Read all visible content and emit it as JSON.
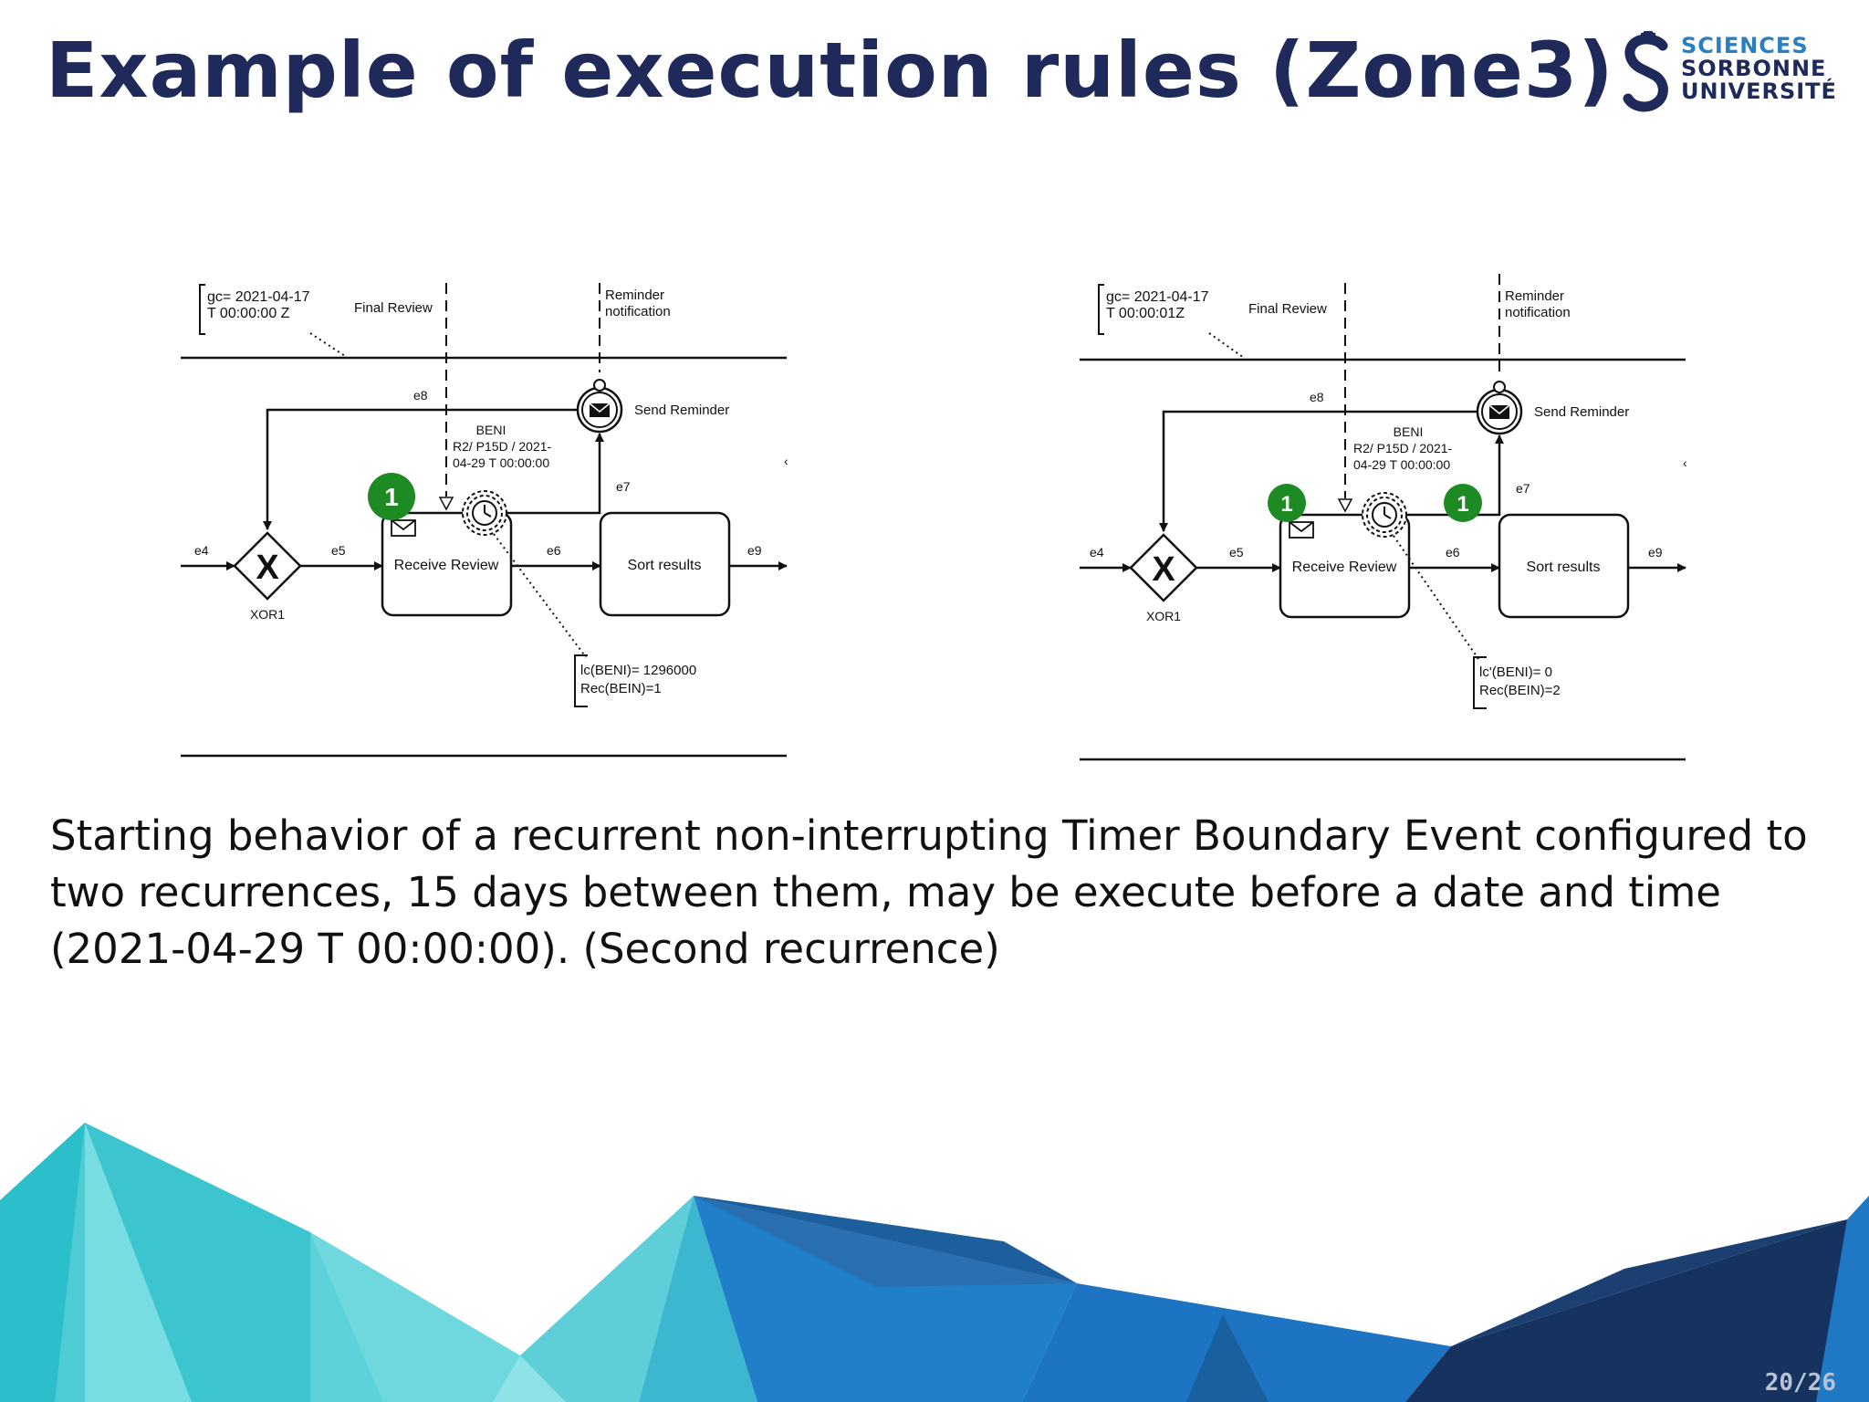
{
  "slide": {
    "title": "Example of execution rules (Zone3)",
    "description": "Starting behavior of a recurrent non-interrupting Timer Boundary Event configured to two recurrences, 15 days between them, may be execute before a date and time (2021-04-29 T 00:00:00). (Second recurrence)",
    "page_number": "20/26"
  },
  "logo": {
    "line1": "SCIENCES",
    "line2": "SORBONNE",
    "line3": "UNIVERSITÉ",
    "color_primary": "#1f2a5a",
    "color_accent": "#2a7fc1"
  },
  "diagrams": {
    "left": {
      "gc_line1": "gc= 2021-04-17",
      "gc_line2": "T 00:00:00 Z",
      "final_review": "Final Review",
      "reminder_line1": "Reminder",
      "reminder_line2": "notification",
      "send_reminder": "Send Reminder",
      "timer_line1": "BENI",
      "timer_line2": "R2/ P15D / 2021-",
      "timer_line3": "04-29 T 00:00:00",
      "e4": "e4",
      "e5": "e5",
      "e6": "e6",
      "e7": "e7",
      "e8": "e8",
      "e9": "e9",
      "gateway": "XOR1",
      "gateway_symbol": "X",
      "task1": "Receive Review",
      "task2": "Sort results",
      "ann_line1": "lc(BENI)= 1296000",
      "ann_line2": "Rec(BEIN)=1",
      "token": "1"
    },
    "right": {
      "gc_line1": "gc= 2021-04-17",
      "gc_line2": "T 00:00:01Z",
      "final_review": "Final Review",
      "reminder_line1": "Reminder",
      "reminder_line2": "notification",
      "send_reminder": "Send Reminder",
      "timer_line1": "BENI",
      "timer_line2": "R2/ P15D / 2021-",
      "timer_line3": "04-29 T 00:00:00",
      "e4": "e4",
      "e5": "e5",
      "e6": "e6",
      "e7": "e7",
      "e8": "e8",
      "e9": "e9",
      "gateway": "XOR1",
      "gateway_symbol": "X",
      "task1": "Receive Review",
      "task2": "Sort results",
      "ann_line1": "lc'(BENI)= 0",
      "ann_line2": "Rec(BEIN)=2",
      "token1": "1",
      "token2": "1"
    }
  },
  "colors": {
    "title": "#1f2a5a",
    "token": "#1e8a23",
    "teal_light": "#6fd8df",
    "teal": "#2bbfcb",
    "blue": "#1f7fc8",
    "navy": "#16335f"
  }
}
